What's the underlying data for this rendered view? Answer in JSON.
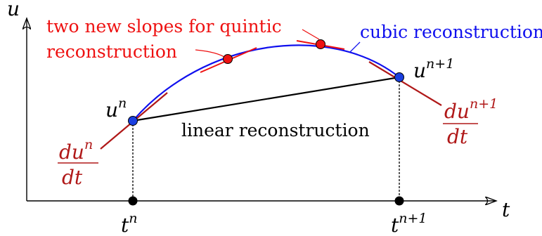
{
  "axes": {
    "x_label": "t",
    "y_label": "u"
  },
  "time_labels": {
    "t_n_base": "t",
    "t_n_sup": "n",
    "t_np1_base": "t",
    "t_np1_sup": "n+1"
  },
  "point_labels": {
    "u_n_base": "u",
    "u_n_sup": "n",
    "u_np1_base": "u",
    "u_np1_sup": "n+1"
  },
  "derivatives": {
    "left_numerator": "du",
    "left_sup": "n",
    "left_denominator": "dt",
    "right_numerator": "du",
    "right_sup": "n+1",
    "right_denominator": "dt"
  },
  "annotations": {
    "quintic_line1": "two new slopes for quintic",
    "quintic_line2": "reconstruction",
    "cubic": "cubic reconstruction",
    "linear": "linear reconstruction"
  },
  "colors": {
    "axis": "#000000",
    "cubic": "#1010ee",
    "linear": "#000000",
    "tangent": "#b01818",
    "quintic_slope": "#ee1111",
    "label_red": "#ee1111",
    "label_blue": "#1010ee",
    "deriv_label": "#b01818",
    "endpoint_fill": "#1a3fe0",
    "midpoint_fill": "#ee1111",
    "tick_point_fill": "#000000"
  }
}
